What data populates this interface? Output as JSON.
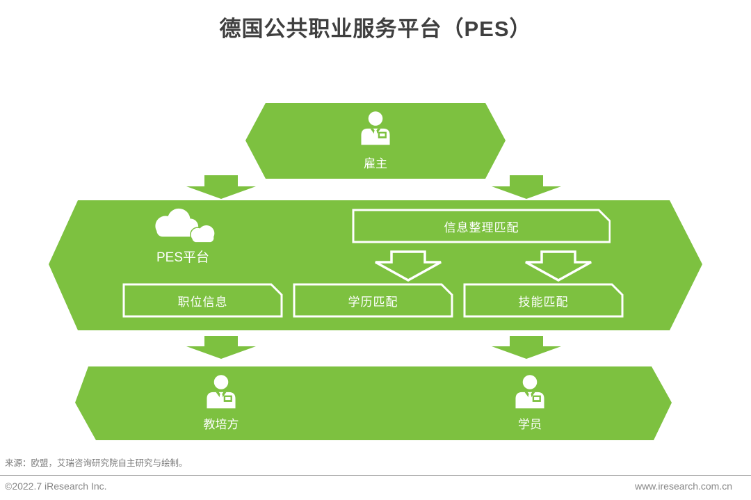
{
  "title": "德国公共职业服务平台（PES）",
  "colors": {
    "green": "#7dc140",
    "title_gray": "#3f3f3f",
    "footer_gray": "#7c7c7c",
    "label_white": "#ffffff"
  },
  "diagram": {
    "employer": {
      "label": "雇主",
      "icon": "person-icon"
    },
    "platform": {
      "label": "PES平台",
      "icon": "cloud-icon",
      "match_box": "信息整理匹配",
      "boxes": [
        "职位信息",
        "学历匹配",
        "技能匹配"
      ]
    },
    "receivers": {
      "trainer": {
        "label": "教培方",
        "icon": "person-icon"
      },
      "student": {
        "label": "学员",
        "icon": "person-icon"
      }
    }
  },
  "footer": {
    "source": "来源：欧盟，艾瑞咨询研究院自主研究与绘制。",
    "copyright": "©2022.7 iResearch Inc.",
    "website": "www.iresearch.com.cn"
  }
}
